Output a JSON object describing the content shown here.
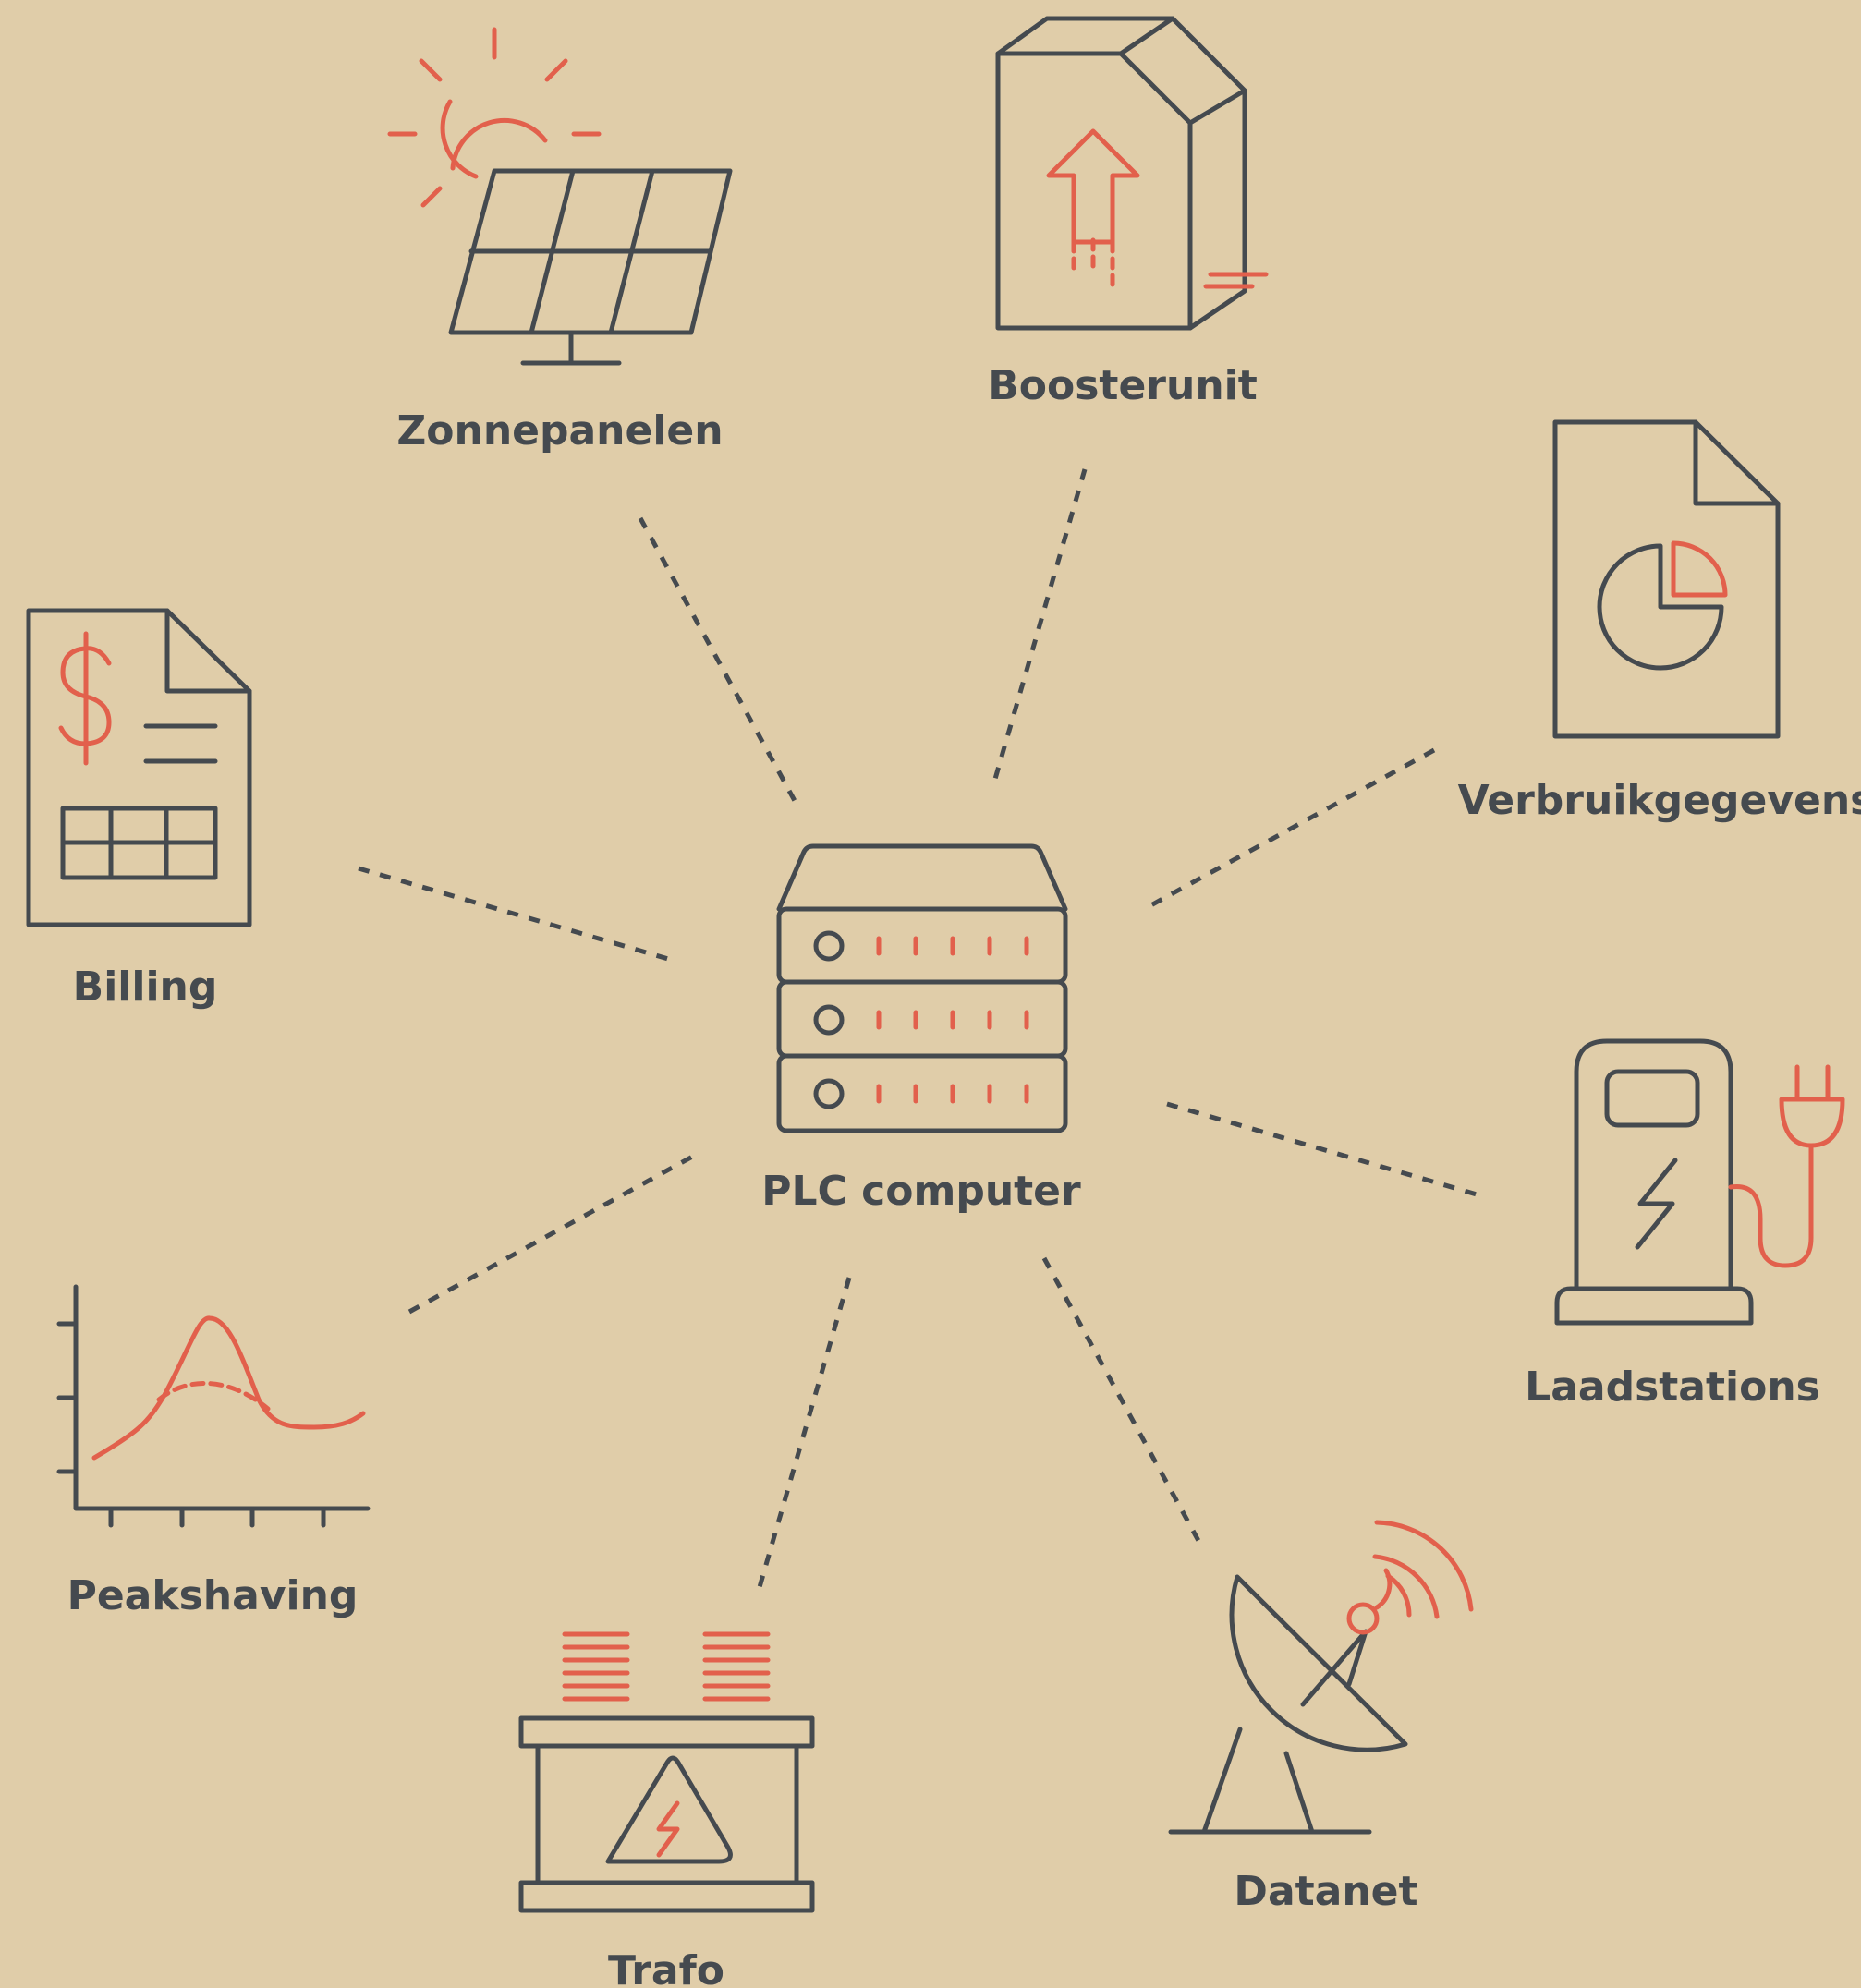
{
  "colors": {
    "background": "#e0cda9",
    "line": "#454a4f",
    "accent": "#e2604c"
  },
  "hub": {
    "label": "PLC computer",
    "icon": "server-rack-icon"
  },
  "nodes": [
    {
      "id": "zonnepanelen",
      "label": "Zonnepanelen",
      "icon": "solar-panel-icon"
    },
    {
      "id": "boosterunit",
      "label": "Boosterunit",
      "icon": "booster-unit-icon"
    },
    {
      "id": "verbruikgegevens",
      "label": "Verbruikgegevens",
      "icon": "document-pie-chart-icon"
    },
    {
      "id": "billing",
      "label": "Billing",
      "icon": "invoice-dollar-icon"
    },
    {
      "id": "laadstations",
      "label": "Laadstations",
      "icon": "charging-station-icon"
    },
    {
      "id": "peakshaving",
      "label": "Peakshaving",
      "icon": "peak-curve-chart-icon"
    },
    {
      "id": "datanet",
      "label": "Datanet",
      "icon": "satellite-dish-icon"
    },
    {
      "id": "trafo",
      "label": "Trafo",
      "icon": "transformer-icon"
    }
  ]
}
